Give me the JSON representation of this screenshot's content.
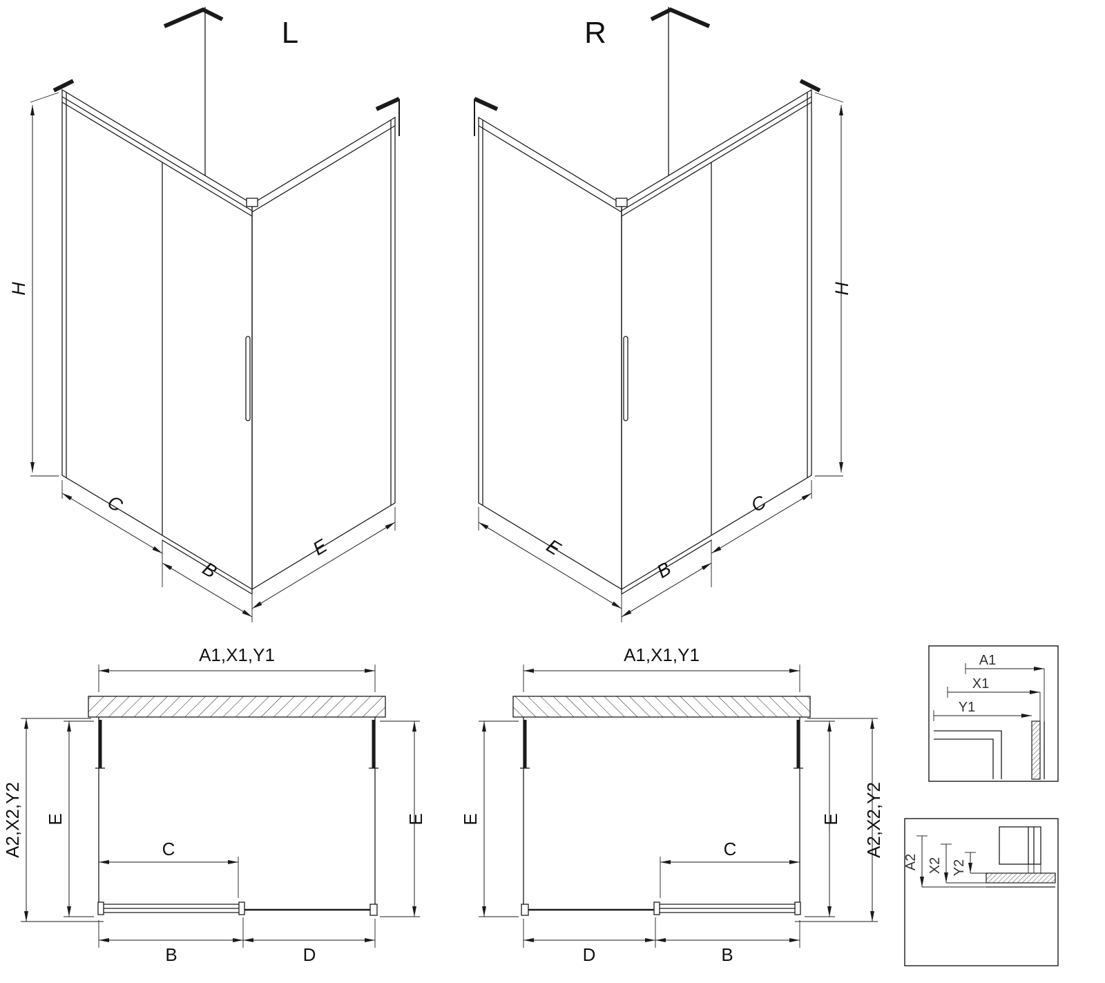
{
  "colors": {
    "line": "#1a1a1a",
    "background": "#ffffff"
  },
  "iso_left": {
    "title": "L",
    "dim_h": "H",
    "dim_c": "C",
    "dim_b": "B",
    "dim_e": "E"
  },
  "iso_right": {
    "title": "R",
    "dim_h": "H",
    "dim_e": "E",
    "dim_b": "B",
    "dim_c": "C"
  },
  "plan_left": {
    "dim_width": "A1,X1,Y1",
    "dim_depth": "A2,X2,Y2",
    "dim_e_left": "E",
    "dim_e_right": "E",
    "dim_c": "C",
    "dim_b": "B",
    "dim_d": "D"
  },
  "plan_right": {
    "dim_width": "A1,X1,Y1",
    "dim_depth": "A2,X2,Y2",
    "dim_e_left": "E",
    "dim_e_right": "E",
    "dim_c": "C",
    "dim_b": "B",
    "dim_d": "D"
  },
  "detail_top": {
    "dim_a1": "A1",
    "dim_x1": "X1",
    "dim_y1": "Y1"
  },
  "detail_bottom": {
    "dim_a2": "A2",
    "dim_x2": "X2",
    "dim_y2": "Y2"
  }
}
